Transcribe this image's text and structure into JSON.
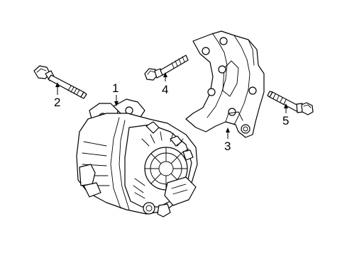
{
  "callouts": {
    "c1": "1",
    "c2": "2",
    "c3": "3",
    "c4": "4",
    "c5": "5"
  },
  "parts": [
    {
      "id": "1",
      "icon": "alternator-icon"
    },
    {
      "id": "2",
      "icon": "bolt-icon"
    },
    {
      "id": "3",
      "icon": "bracket-icon"
    },
    {
      "id": "4",
      "icon": "bolt-icon"
    },
    {
      "id": "5",
      "icon": "bolt-icon"
    }
  ],
  "colors": {
    "line": "#000000",
    "background": "#ffffff"
  }
}
